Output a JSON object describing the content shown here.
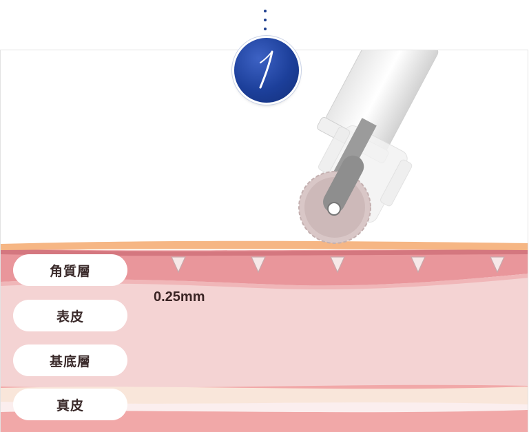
{
  "step": {
    "number": "1"
  },
  "layers": [
    {
      "label": "角質層"
    },
    {
      "label": "表皮"
    },
    {
      "label": "基底層"
    },
    {
      "label": "真皮"
    }
  ],
  "depth_label": "0.25mm",
  "colors": {
    "badge": "#1c3f9a",
    "stratum_corneum": "#f6b684",
    "epidermis_top": "#e9989d",
    "epidermis": "#f4d3d3",
    "dermis": "#f1a8a8"
  },
  "icons": [
    "derma-roller-icon",
    "step-number-badge",
    "needle-mark-icon"
  ]
}
